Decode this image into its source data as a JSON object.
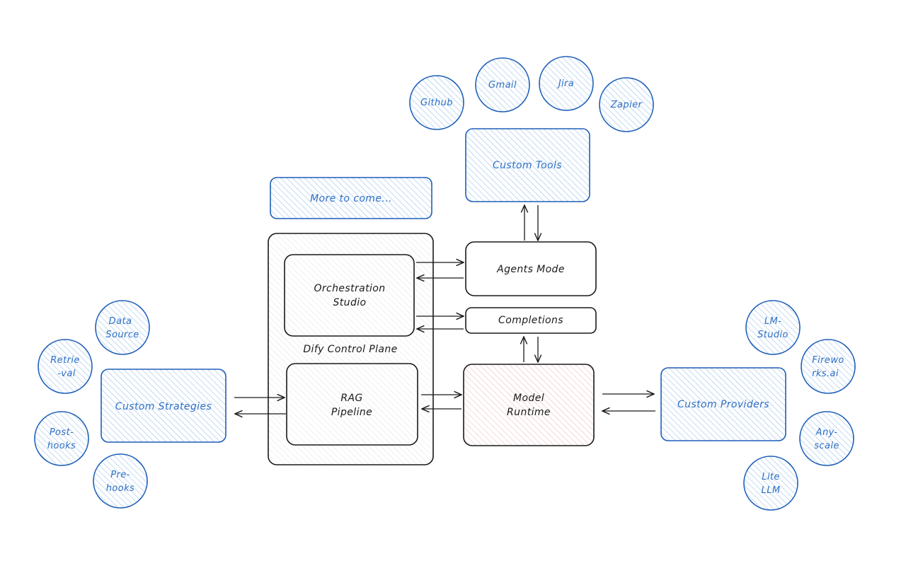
{
  "colors": {
    "blue_stroke": "#1f5fb8",
    "blue_hatch": "#9cc3ea",
    "blue_text": "#2f6fc4",
    "dark_stroke": "#1a1a1a",
    "dark_hatch": "#d9d9d9",
    "red_hatch": "#f2b8b8"
  },
  "nodes": {
    "custom_tools": "Custom Tools",
    "more_to_come": "More to come...",
    "agents_mode": "Agents Mode",
    "completions": "Completions",
    "orchestration_studio": [
      "Orchestration",
      "Studio"
    ],
    "control_plane": "Dify Control Plane",
    "rag_pipeline": [
      "RAG",
      "Pipeline"
    ],
    "model_runtime": [
      "Model",
      "Runtime"
    ],
    "custom_strategies": "Custom Strategies",
    "custom_providers": "Custom Providers"
  },
  "tool_integrations": {
    "github": "Github",
    "gmail": "Gmail",
    "jira": "Jira",
    "zapier": "Zapier"
  },
  "strategies": {
    "data_source": [
      "Data",
      "Source"
    ],
    "retrieval": [
      "Retrie",
      "-val"
    ],
    "post_hooks": [
      "Post-",
      "hooks"
    ],
    "pre_hooks": [
      "Pre-",
      "hooks"
    ]
  },
  "providers": {
    "lm_studio": [
      "LM-",
      "Studio"
    ],
    "fireworks": [
      "Firewo",
      "rks.ai"
    ],
    "anyscale": [
      "Any-",
      "scale"
    ],
    "lite_llm": [
      "Lite",
      "LLM"
    ]
  }
}
